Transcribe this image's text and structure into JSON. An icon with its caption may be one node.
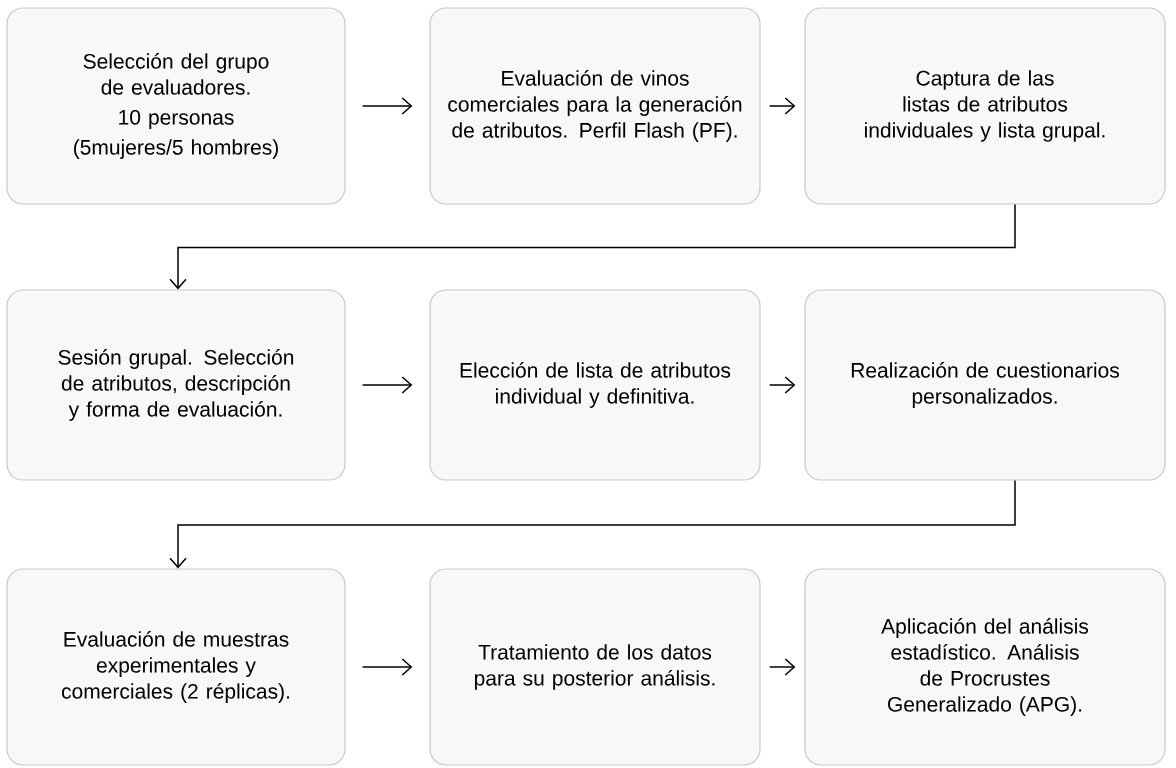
{
  "diagram": {
    "nodes": [
      {
        "text": [
          "Selección del grupo de evaluadores.",
          "10 personas",
          "(5mujeres/5 hombres)"
        ]
      },
      {
        "text": [
          "Evaluación de vinos comerciales para la generación de atributos. Perfil Flash (PF)."
        ]
      },
      {
        "text": [
          "Captura de las listas de atributos individuales  y lista grupal."
        ]
      },
      {
        "text": [
          "Sesión grupal. Selección de atributos, descripción y forma de evaluación."
        ]
      },
      {
        "text": [
          "Elección de lista de atributos individual y definitiva."
        ]
      },
      {
        "text": [
          "Realización de cuestionarios personalizados."
        ]
      },
      {
        "text": [
          "Evaluación de muestras experimentales y comerciales (2 réplicas)."
        ]
      },
      {
        "text": [
          "Tratamiento de los datos para su posterior análisis."
        ]
      },
      {
        "text": [
          "Aplicación del análisis estadístico. Análisis de Procrustes Generalizado (APG)."
        ]
      }
    ],
    "edges": [
      {
        "from": 0,
        "to": 1,
        "arrow": "to"
      },
      {
        "from": 1,
        "to": 2,
        "arrow": "to"
      },
      {
        "from": 2,
        "to": 3,
        "arrow": "to"
      },
      {
        "from": 3,
        "to": 4,
        "arrow": "to"
      },
      {
        "from": 4,
        "to": 5,
        "arrow": "to"
      },
      {
        "from": 5,
        "to": 6,
        "arrow": "to"
      },
      {
        "from": 6,
        "to": 7,
        "arrow": "to"
      },
      {
        "from": 7,
        "to": 8,
        "arrow": "to"
      }
    ]
  }
}
